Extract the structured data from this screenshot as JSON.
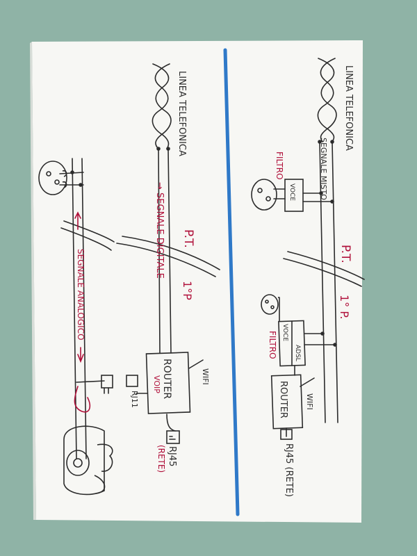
{
  "colors": {
    "background": "#8fb3a6",
    "paper": "#f7f7f4",
    "ink": "#2b2b2b",
    "red_ink": "#b0103a",
    "divider": "#2f79c8"
  },
  "left_panel": {
    "title": "LINEA TELEFONICA",
    "signal_digital": "→ SEGNALE DIGITALE",
    "signal_analog": "SEGNALE ANALOGICO",
    "pt_label": "P.T.",
    "floor_label": "1°P",
    "router_label": "ROUTER",
    "voip_label": "VOIP",
    "wifi_label": "WIFI",
    "rj11_label": "RJ11",
    "rj45_label": "RJ45",
    "rete_label": "(RETE)"
  },
  "right_panel": {
    "title": "LINEA TELEFONICA",
    "signal_mixed": "SEGNALE MISTO",
    "filter_top": "FILTRO",
    "voce_top": "VOCE",
    "pt_label": "P.T.",
    "floor_label": "1° P.",
    "voce_mid": "VOCE",
    "adsl_label": "ADSL",
    "filter_mid": "FILTRO",
    "router_label": "ROUTER",
    "wifi_label": "WIFI",
    "rj45_label": "RJ45 (RETE)"
  }
}
